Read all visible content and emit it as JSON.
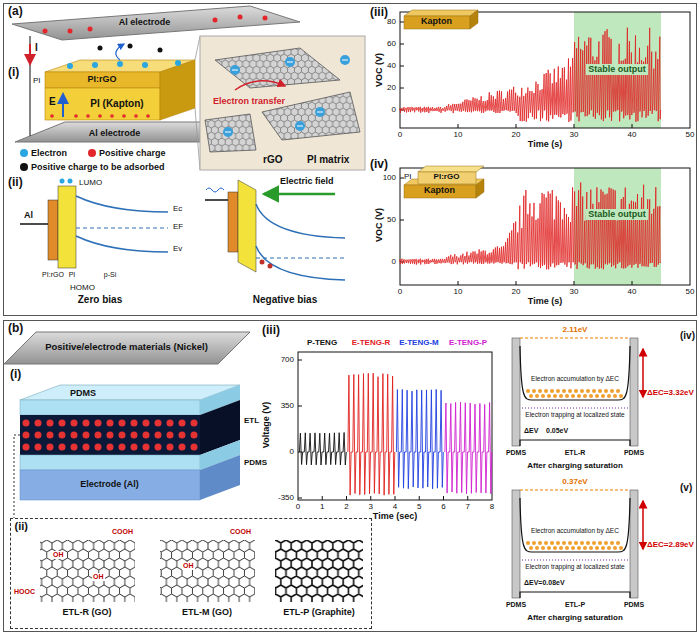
{
  "diagram": {
    "nodes": [
      {
        "text": [
          "(a)"
        ]
      },
      {
        "text": [
          "Al electrode"
        ],
        "in": 0
      },
      {
        "text": [
          "PI:rGO"
        ],
        "in": 0
      },
      {
        "text": [
          "PI (Kapton)"
        ],
        "in": 0
      },
      {
        "text": [
          "Al electrode"
        ],
        "in": 0
      },
      {
        "text": [
          "Kapton"
        ],
        "in": 0
      },
      {
        "text": [
          "PI:rGO"
        ],
        "in": 0
      },
      {
        "text": [
          "Kapton"
        ],
        "in": 0
      },
      {
        "text": [
          "Stable output"
        ],
        "in": 0
      },
      {
        "text": [
          "Stable output"
        ],
        "in": 0
      },
      {
        "text": [
          "(b)"
        ]
      },
      {
        "text": [
          "Positive/electrode materials (Nickel)"
        ],
        "in": 10
      },
      {
        "text": [
          "Electrode (Al)"
        ],
        "in": 10
      },
      {
        "text": [
          "(ii)"
        ],
        "in": 10
      }
    ],
    "labels": [
      "(i)",
      "I",
      "PI",
      "E",
      "Electron transfer",
      "rGO",
      "PI matrix",
      "(ii)",
      "Al",
      "LUMO",
      "HOMO",
      "PI:rGO",
      "PI",
      "p-Si",
      "Ec",
      "EF",
      "Ev",
      "Zero bias",
      "Electric field",
      "Negative bias",
      "(iii)",
      "VOC (V)",
      "80",
      "60",
      "40",
      "20",
      "0",
      "0",
      "10",
      "20",
      "30",
      "40",
      "50",
      "Time (s)",
      "(iv)",
      "VOC (V)",
      "100",
      "50",
      "0",
      "0",
      "10",
      "20",
      "30",
      "40",
      "50",
      "Time (s)",
      "PI",
      "(i)",
      "PDMS",
      "ETL",
      "PDMS",
      "(iii)",
      "P-TENG",
      "E-TENG-R",
      "E-TENG-M",
      "E-TENG-P",
      "Voltage (V)",
      "700",
      "350",
      "0",
      "-350",
      "0",
      "1",
      "2",
      "3",
      "4",
      "5",
      "6",
      "7",
      "8",
      "Time (sec)",
      "ETL-R (GO)",
      "ETL-M (GO)",
      "ETL-P (Graphite)",
      "COOH",
      "HOOC",
      "OH",
      "OH",
      "COOH",
      "OH",
      "(iv)",
      "2.11eV",
      "Electron accumulation by ΔEC",
      "ΔEC=3.32eV",
      "Electron trapping at localized state",
      "ΔEV",
      "0.05eV",
      "PDMS",
      "ETL-R",
      "PDMS",
      "After charging saturation",
      "(v)",
      "0.37eV",
      "Electron accumulation by ΔEC",
      "ΔEC=2.89eV",
      "Electron trapping at localized state",
      "ΔEV=0.08eV",
      "PDMS",
      "ETL-P",
      "PDMS",
      "After charging saturation"
    ],
    "legend": [
      {
        "text": "Electron",
        "color": "#2aa6e0"
      },
      {
        "text": "Positive charge",
        "color": "#e3262b"
      },
      {
        "text": "Positive charge to be adsorbed",
        "color": "#111111"
      }
    ]
  }
}
